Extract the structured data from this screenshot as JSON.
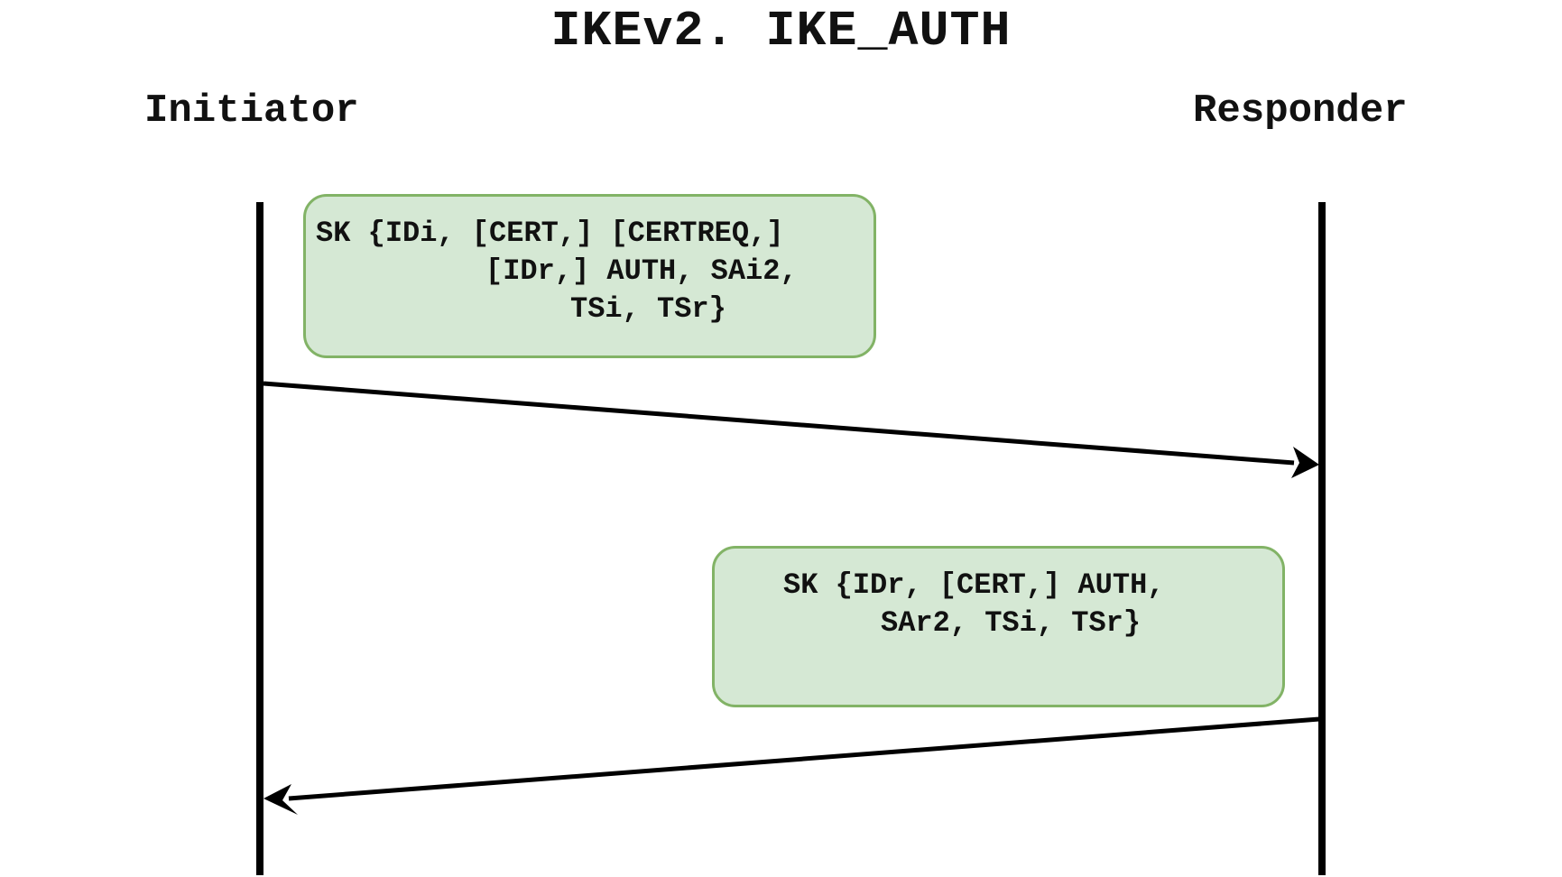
{
  "diagram": {
    "title": "IKEv2. IKE_AUTH",
    "participants": {
      "initiator": "Initiator",
      "responder": "Responder"
    },
    "messages": [
      {
        "direction": "initiator-to-responder",
        "lines": [
          "SK {IDi, [CERT,] [CERTREQ,]",
          "[IDr,] AUTH, SAi2,",
          "TSi, TSr}"
        ]
      },
      {
        "direction": "responder-to-initiator",
        "lines": [
          "SK {IDr, [CERT,] AUTH,",
          "SAr2, TSi, TSr}"
        ]
      }
    ],
    "colors": {
      "box_fill": "#d5e8d4",
      "box_border": "#82b366",
      "line": "#000000"
    }
  }
}
